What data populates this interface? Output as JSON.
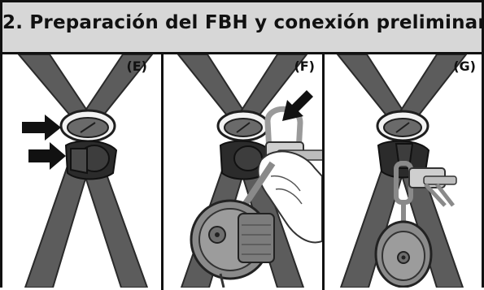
{
  "header": {
    "title": "2. Preparación del FBH y conexión preliminar"
  },
  "panels": [
    {
      "label": "(E)"
    },
    {
      "label": "(F)"
    },
    {
      "label": "(G)"
    }
  ],
  "colors": {
    "strap": "#5c5c5c",
    "strap_edge": "#2a2a2a",
    "header_bg": "#d7d7d7",
    "metal": "#c9c9c9",
    "dark": "#1e1e1e"
  },
  "icons": [
    "arrow-icon",
    "d-ring-icon",
    "connector-icon",
    "retractable-device-icon",
    "hand-icon"
  ]
}
